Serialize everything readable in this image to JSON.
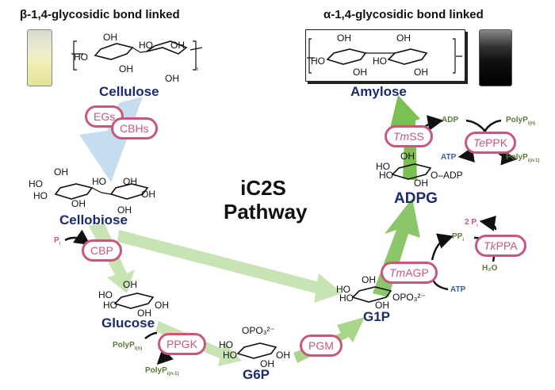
{
  "headings": {
    "beta": "β-1,4-glycosidic  bond linked",
    "alpha": "α-1,4-glycosidic  bond linked"
  },
  "pathway_title": {
    "line1": "iC2S",
    "line2": "Pathway"
  },
  "molecules": {
    "cellulose": "Cellulose",
    "amylose": "Amylose",
    "cellobiose": "Cellobiose",
    "glucose": "Glucose",
    "g6p": "G6P",
    "g1p": "G1P",
    "adpg": "ADPG"
  },
  "enzymes": {
    "egs": "EGs",
    "cbhs": "CBHs",
    "cbp": "CBP",
    "ppgk": "PPGK",
    "pgm": "PGM",
    "tmagp_i": "Tm",
    "tmagp": "AGP",
    "tmss_i": "Tm",
    "tmss": "SS",
    "teppk_i": "Te",
    "teppk": "PPK",
    "tkppa_i": "Tk",
    "tkppa": "PPA"
  },
  "cofactors": {
    "pi": "P",
    "pi_sub": "i",
    "polyp_n": "PolyP",
    "polyp_n_sub": "i(n)",
    "polyp_n1": "PolyP",
    "polyp_n1_sub": "i(n-1)",
    "adp": "ADP",
    "atp_top": "ATP",
    "teppk_polyp_n": "PolyP",
    "teppk_polyp_n_sub": "i(n)",
    "teppk_polyp_n1": "PolyP",
    "teppk_polyp_n1_sub": "i(n-1)",
    "ppi": "PP",
    "ppi_sub": "i",
    "atp_bottom": "ATP",
    "two_pi": "2 P",
    "two_pi_sub": "i",
    "h2o": "H₂O"
  },
  "structure_labels": {
    "oh": "OH",
    "ho": "HO",
    "o": "O",
    "o_adp": "O–ADP",
    "opo3": "OPO₃²⁻",
    "n": "n"
  },
  "colors": {
    "green_arrow": "#8cc66a",
    "light_green_arrow": "#c9e4b4",
    "blue_arrow": "#c6dcef",
    "enzyme_border": "#c8587a",
    "molecule_label": "#1a2a6c"
  }
}
